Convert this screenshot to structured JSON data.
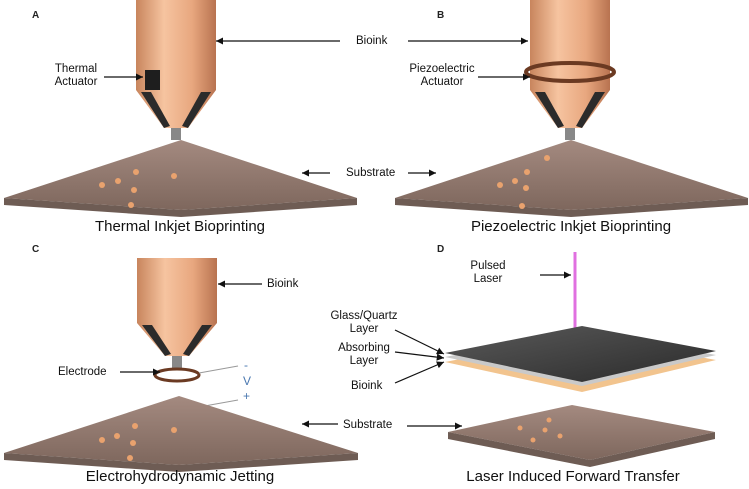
{
  "panels": {
    "a": {
      "letter": "A",
      "caption": "Thermal Inkjet Bioprinting",
      "actuator_label": [
        "Thermal",
        "Actuator"
      ]
    },
    "b": {
      "letter": "B",
      "caption": "Piezoelectric Inkjet Bioprinting",
      "actuator_label": [
        "Piezoelectric",
        "Actuator"
      ]
    },
    "c": {
      "letter": "C",
      "caption": "Electrohydrodynamic Jetting",
      "electrode_label": "Electrode",
      "bioink_label": "Bioink",
      "voltage": {
        "minus": "-",
        "v": "V",
        "plus": "+"
      }
    },
    "d": {
      "letter": "D",
      "caption": "Laser Induced Forward Transfer",
      "laser_label": [
        "Pulsed",
        "Laser"
      ],
      "glass_label": [
        "Glass/Quartz",
        "Layer"
      ],
      "absorbing_label": [
        "Absorbing",
        "Layer"
      ],
      "bioink_label": "Bioink"
    }
  },
  "shared_labels": {
    "bioink": "Bioink",
    "substrate": "Substrate",
    "substrate_d": "Substrate"
  },
  "colors": {
    "nozzle": "#e8a77f",
    "nozzle_dark": "#2b2b2b",
    "substrate": "#8c766c",
    "substrate_edge": "#6e5c54",
    "droplet": "#e9a26e",
    "laser": "#e070e0",
    "electrode": "#6b3a22",
    "voltage_text": "#4a78b0"
  }
}
